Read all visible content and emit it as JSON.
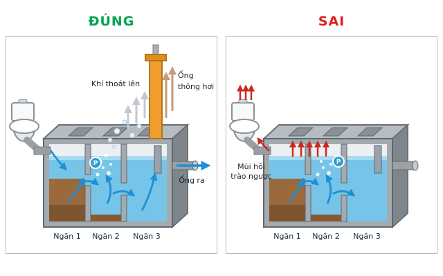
{
  "diagram": {
    "left": {
      "title": "ĐÚNG",
      "labels": {
        "gas_escape": "Khí thoát lên",
        "vent_line1": "Ống",
        "vent_line2": "thông hơi",
        "outlet": "Ống ra",
        "pump": "P",
        "compartments": [
          "Ngăn 1",
          "Ngăn 2",
          "Ngăn 3"
        ]
      }
    },
    "right": {
      "title": "SAI",
      "labels": {
        "odor_line1": "Mùi hôi",
        "odor_line2": "trào ngược",
        "pump": "P",
        "compartments": [
          "Ngăn 1",
          "Ngăn 2",
          "Ngăn 3"
        ]
      }
    },
    "colors": {
      "correct_title": "#00a651",
      "wrong_title": "#e01f1f",
      "water": "#76c4e7",
      "sludge": "#9a6a3c",
      "vent_pipe": "#f09d2e",
      "flow_arrow": "#1f8fd6",
      "odor_arrow": "#cc2a1e"
    }
  }
}
